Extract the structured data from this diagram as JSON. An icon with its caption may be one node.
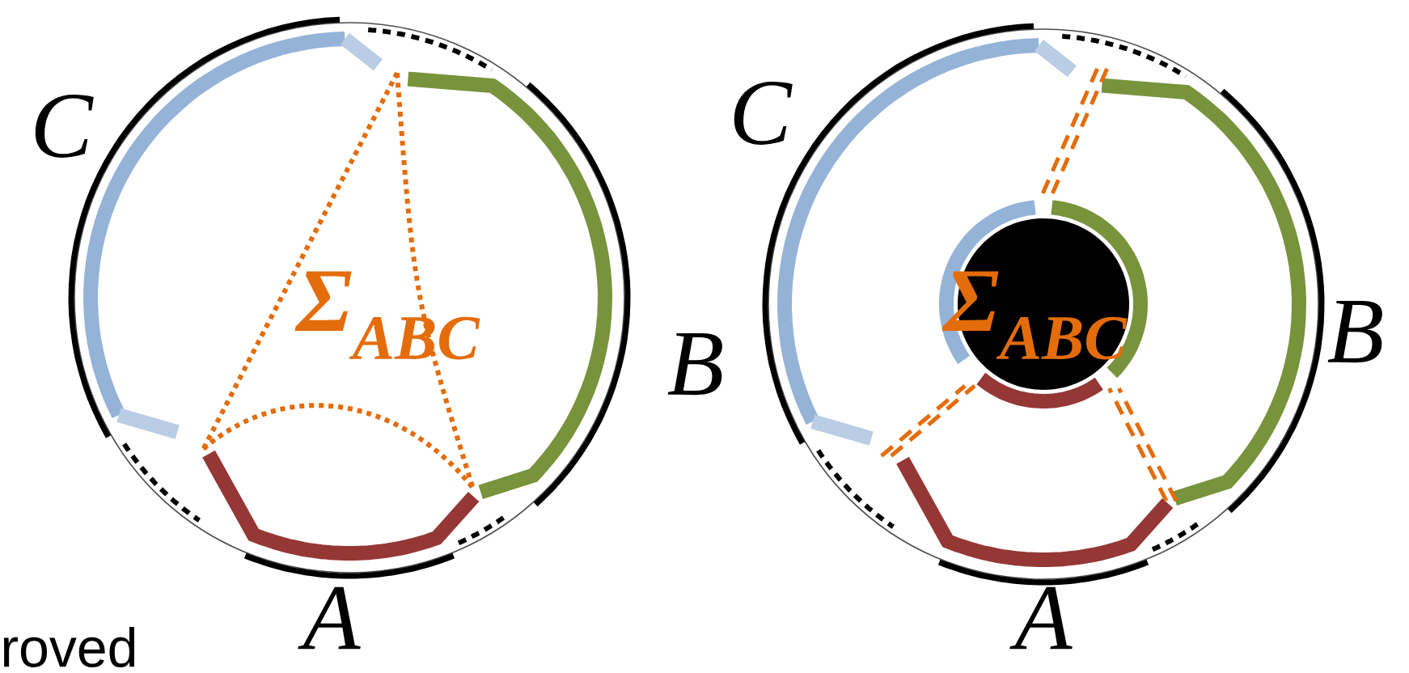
{
  "diagram": {
    "labels": [
      "C",
      "Σ$_{ABC}$",
      "B",
      "roved",
      "A",
      "C",
      "Σ$_{ABC}$",
      "B",
      "A"
    ]
  }
}
